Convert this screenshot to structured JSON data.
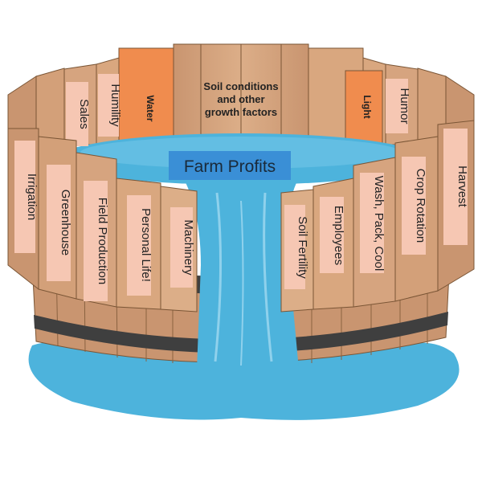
{
  "diagram": {
    "title": "Farm Profits",
    "back_center_label_line1": "Soil conditions",
    "back_center_label_line2": "and other",
    "back_center_label_line3": "growth factors",
    "staves": {
      "water": "Water",
      "light": "Light",
      "humility": "Humility",
      "sales": "Sales",
      "humor": "Humor",
      "irrigation": "Irrigation",
      "greenhouse": "Greenhouse",
      "field_production": "Field Production",
      "personal_life": "Personal Life!",
      "machinery": "Machinery",
      "soil_fertility": "Soil Fertility",
      "employees": "Employees",
      "wash_pack_cool": "Wash, Pack, Cool",
      "crop_rotation": "Crop Rotation",
      "harvest": "Harvest"
    },
    "colors": {
      "wood": "#d9a77f",
      "wood_dark": "#b9835c",
      "orange_stave": "#f08c4e",
      "label_bg": "#f6c7b3",
      "water": "#4db3dc",
      "water_light": "#8fd1ec",
      "hoop": "#3f3f3f",
      "title_bg": "#3a8fd6"
    }
  }
}
